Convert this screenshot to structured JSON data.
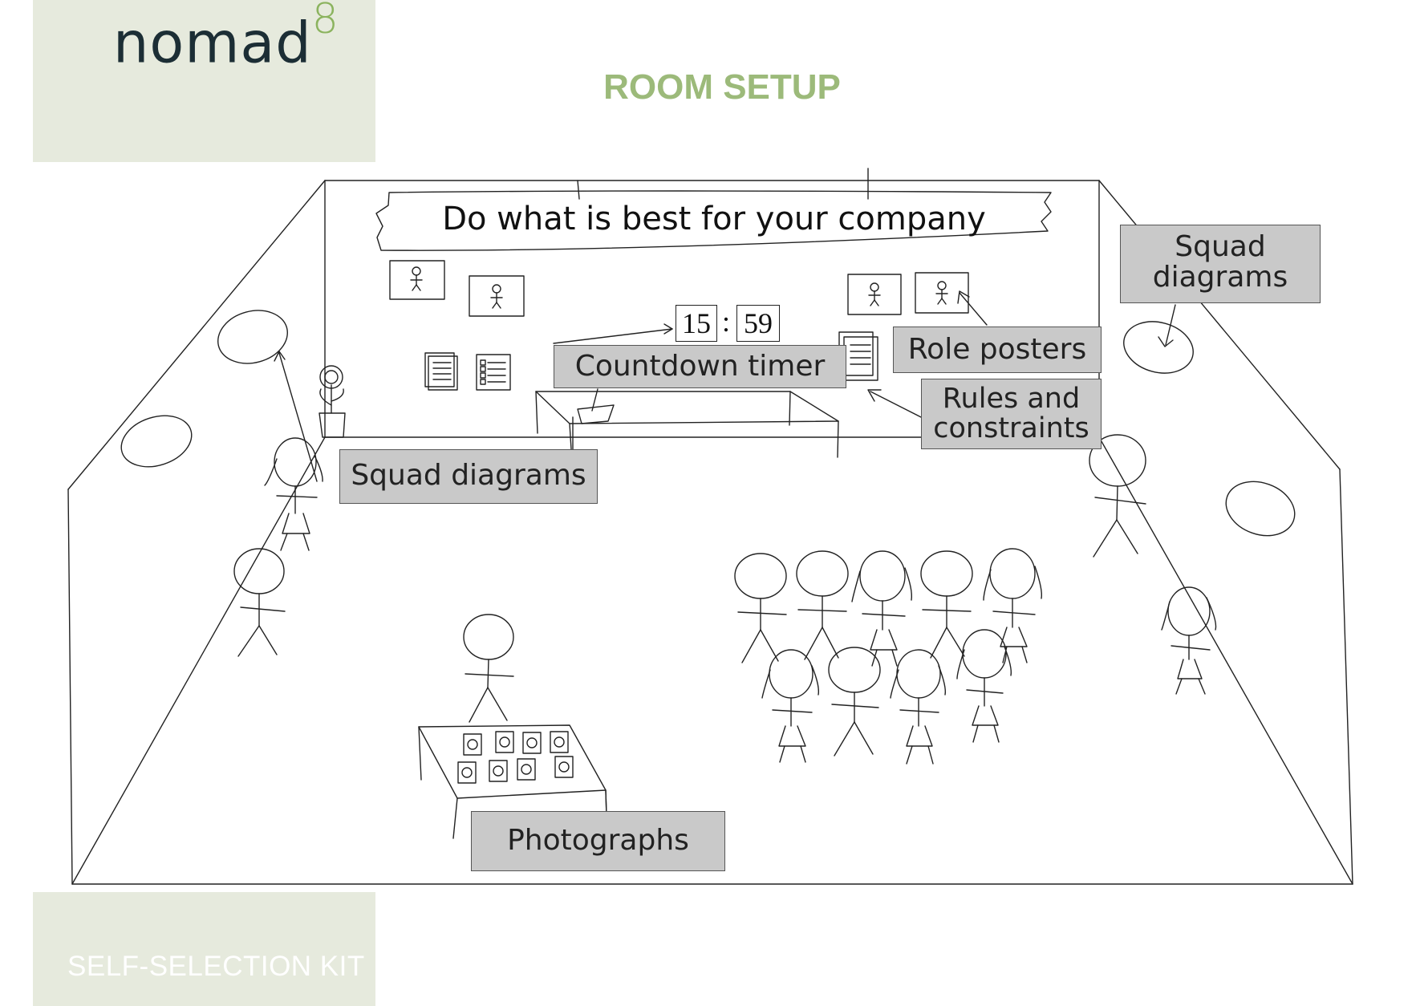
{
  "header": {
    "logo_text": "nomad",
    "logo_superscript": "8",
    "title": "ROOM SETUP"
  },
  "footer": {
    "text": "SELF-SELECTION KIT"
  },
  "banner": {
    "text": "Do what is best for your company"
  },
  "timer": {
    "minutes": "15",
    "separator": ":",
    "seconds": "59"
  },
  "labels": {
    "countdown_timer": "Countdown timer",
    "role_posters": "Role posters",
    "rules_line1": "Rules and",
    "rules_line2": "constraints",
    "squad_diagrams_left": "Squad diagrams",
    "squad_diagrams_right_line1": "Squad",
    "squad_diagrams_right_line2": "diagrams",
    "photographs": "Photographs"
  },
  "colors": {
    "panel": "#e6eadd",
    "title": "#9cba7a",
    "logo": "#1c2e35",
    "logo_accent": "#8bb35e",
    "label_bg": "#c9c9c9"
  }
}
